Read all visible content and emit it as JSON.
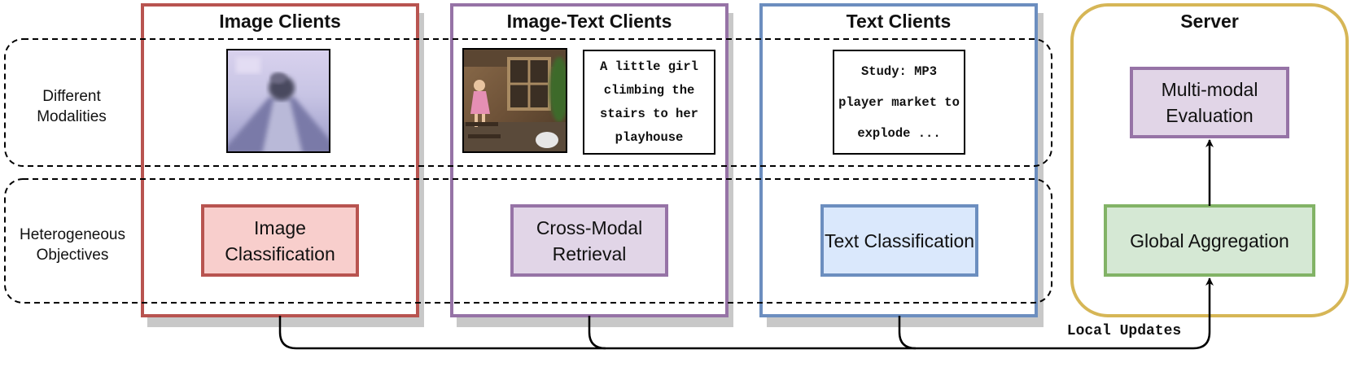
{
  "rows": {
    "modalities": "Different Modalities",
    "objectives": "Heterogeneous Objectives"
  },
  "columns": [
    {
      "title": "Image Clients",
      "objective": "Image Classification",
      "color": "#b85450",
      "fill": "#f8cecc",
      "sample_image": "blurry-airplane-photo"
    },
    {
      "title": "Image-Text Clients",
      "objective": "Cross-Modal Retrieval",
      "color": "#9673a6",
      "fill": "#e1d5e7",
      "sample_image": "girl-on-playhouse-stairs-photo",
      "sample_text": "A little girl climbing the stairs to her playhouse"
    },
    {
      "title": "Text Clients",
      "objective": "Text Classification",
      "color": "#6c8ebf",
      "fill": "#dae8fc",
      "sample_text": "Study: MP3 player market to explode ..."
    }
  ],
  "server": {
    "title": "Server",
    "color": "#d6b656",
    "evaluation": "Multi-modal Evaluation",
    "evaluation_color": "#9673a6",
    "evaluation_fill": "#e1d5e7",
    "aggregation": "Global Aggregation",
    "aggregation_color": "#82b366",
    "aggregation_fill": "#d5e8d4"
  },
  "connector": {
    "label": "Local Updates"
  }
}
